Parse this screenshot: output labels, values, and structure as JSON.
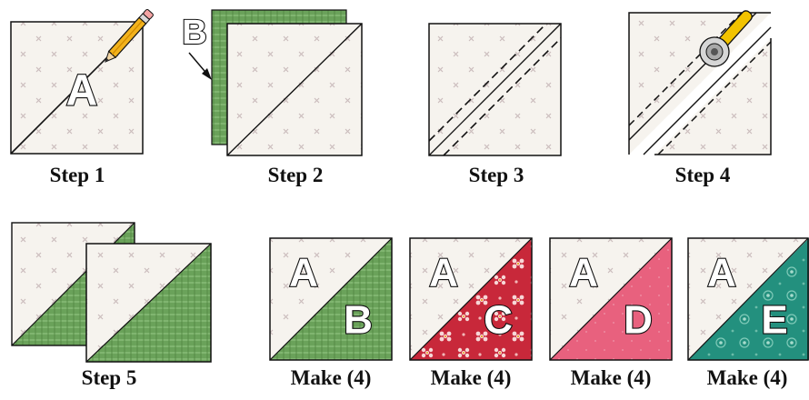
{
  "steps": [
    {
      "caption": "Step 1",
      "label": "A"
    },
    {
      "caption": "Step 2",
      "label": "B"
    },
    {
      "caption": "Step 3"
    },
    {
      "caption": "Step 4"
    },
    {
      "caption": "Step 5"
    }
  ],
  "units": [
    {
      "caption": "Make (4)",
      "light_label": "A",
      "dark_label": "B",
      "fabric": "green-plaid",
      "color": "#6aa25a"
    },
    {
      "caption": "Make (4)",
      "light_label": "A",
      "dark_label": "C",
      "fabric": "red-floral",
      "color": "#c8283a"
    },
    {
      "caption": "Make (4)",
      "light_label": "A",
      "dark_label": "D",
      "fabric": "pink",
      "color": "#e8617e"
    },
    {
      "caption": "Make (4)",
      "light_label": "A",
      "dark_label": "E",
      "fabric": "teal-dot",
      "color": "#23907e"
    }
  ],
  "colors": {
    "background_fabric": "#f6f3ee",
    "cross_mark": "#c9b6b6",
    "green_fabric": "#6aa25a",
    "pencil": "#f2b21c",
    "cutter_handle": "#f2c300",
    "outline": "#111111"
  },
  "icons": [
    "pencil-icon",
    "rotary-cutter-icon",
    "arrow-icon"
  ]
}
